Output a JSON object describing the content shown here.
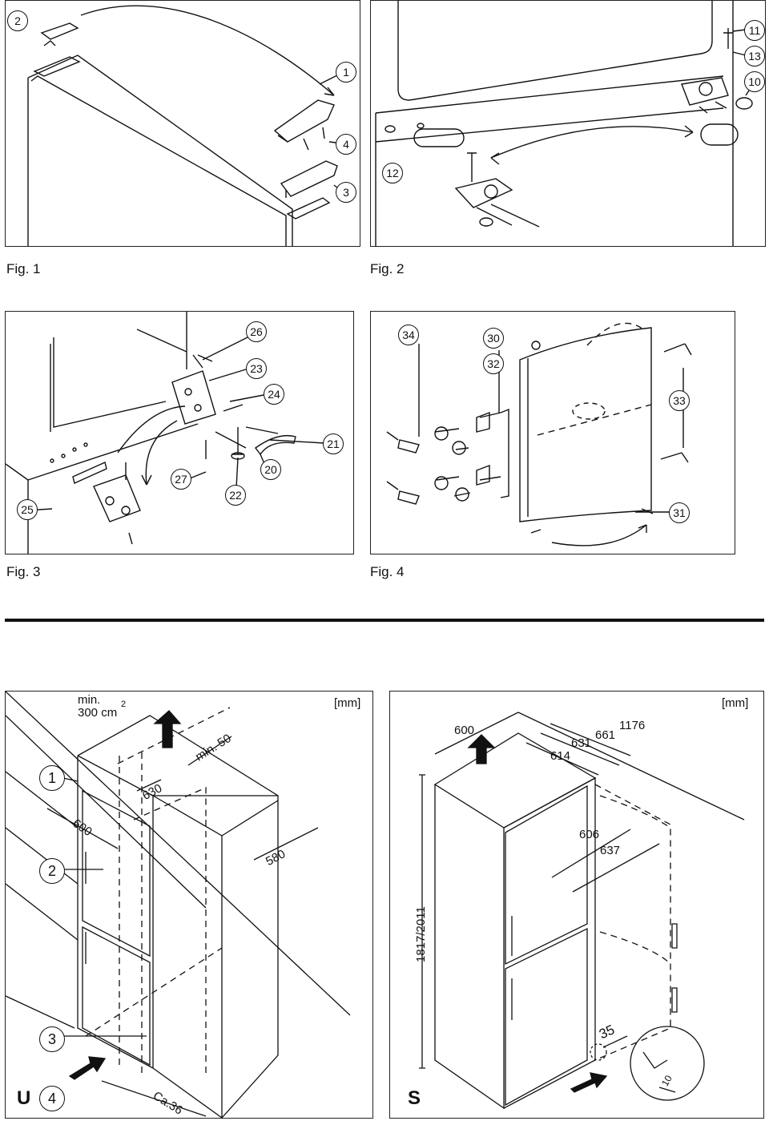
{
  "figures": {
    "fig1": {
      "caption": "Fig. 1",
      "callouts": [
        "2",
        "1",
        "4",
        "3"
      ]
    },
    "fig2": {
      "caption": "Fig. 2",
      "callouts": [
        "11",
        "13",
        "10",
        "12"
      ]
    },
    "fig3": {
      "caption": "Fig. 3",
      "callouts": [
        "26",
        "23",
        "24",
        "21",
        "20",
        "27",
        "22",
        "25"
      ]
    },
    "fig4": {
      "caption": "Fig. 4",
      "callouts": [
        "34",
        "30",
        "32",
        "33",
        "31"
      ]
    }
  },
  "install_u": {
    "unit": "[mm]",
    "min_area": "min.",
    "area": "300 cm",
    "area_sup": "2",
    "min_gap": "min. 50",
    "dims": [
      "630",
      "600",
      "580",
      "Ca.36"
    ],
    "callouts": [
      "1",
      "2",
      "3",
      "4"
    ],
    "letter": "U"
  },
  "install_s": {
    "unit": "[mm]",
    "dims_top": [
      "600",
      "1176",
      "661",
      "631",
      "614"
    ],
    "dims_side": [
      "606",
      "637"
    ],
    "height": "1817/2011",
    "angle": "35",
    "wrench": "10",
    "letter": "S"
  }
}
